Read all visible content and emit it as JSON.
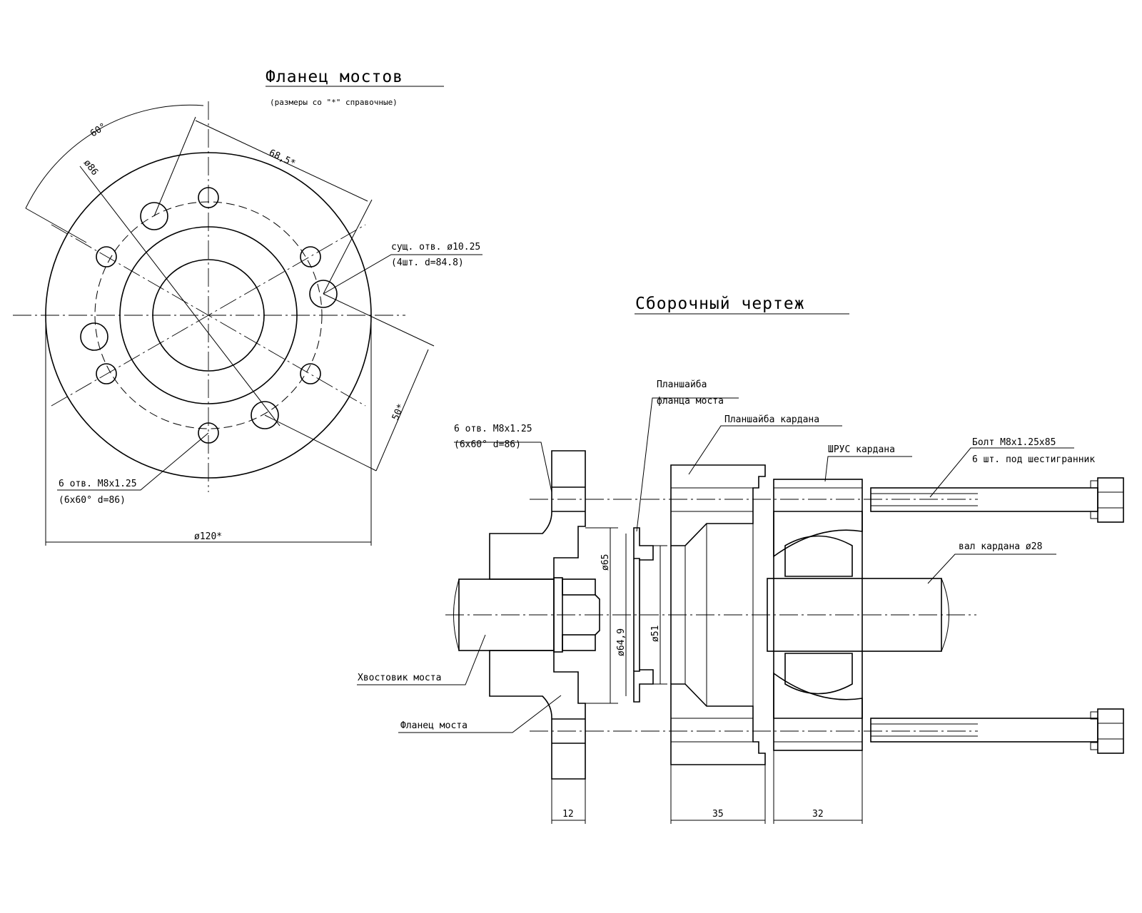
{
  "flange": {
    "title": "Фланец мостов",
    "subtitle": "(размеры со \"*\" справочные)",
    "dim_angle": "60°",
    "dim_d86": "ø86",
    "dim_685": "68,5*",
    "dim_50": "50*",
    "dim_120": "ø120*",
    "label_existing_line1": "сущ. отв. ø10.25",
    "label_existing_line2": "(4шт. d=84.8)",
    "label_holes_line1": "6 отв. M8x1.25",
    "label_holes_line2": "(6x60° d=86)"
  },
  "assembly": {
    "title": "Сборочный чертеж",
    "label_planshaiba_line1": "Планшайба",
    "label_planshaiba_line2": "фланца моста",
    "label_planshaiba_kardan": "Планшайба кардана",
    "label_shrus": "ШРУС кардана",
    "label_bolt_line1": "Болт M8x1.25x85",
    "label_bolt_line2": "6 шт. под шестигранник",
    "label_shaft": "вал кардана ø28",
    "label_holes_line1": "6 отв. M8x1.25",
    "label_holes_line2": "(6x60° d=86)",
    "label_tail": "Хвостовик моста",
    "label_flange": "Фланец моста",
    "dim_65": "ø65",
    "dim_649": "ø64,9",
    "dim_51": "ø51",
    "dim_12": "12",
    "dim_35": "35",
    "dim_32": "32"
  }
}
